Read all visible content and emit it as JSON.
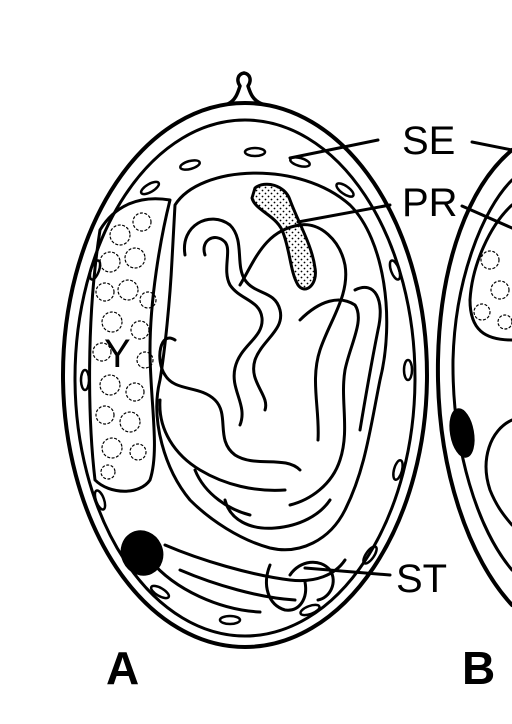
{
  "figure": {
    "labels": {
      "se": "SE",
      "pr": "PR",
      "y": "Y",
      "st": "ST"
    },
    "panels": {
      "a": "A",
      "b": "B"
    }
  },
  "colors": {
    "ink": "#000000",
    "paper": "#ffffff"
  }
}
